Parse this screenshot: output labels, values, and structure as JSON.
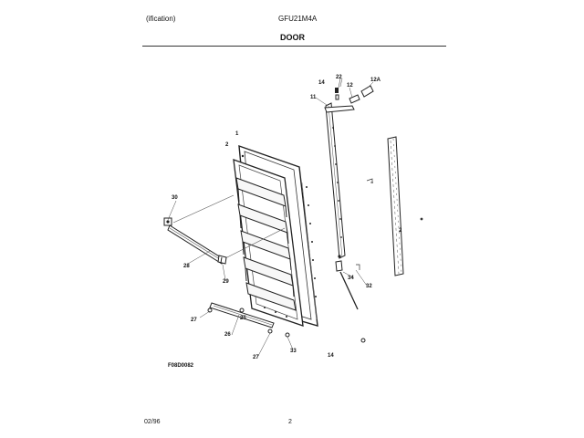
{
  "header": {
    "left_label": "(ification)",
    "model": "GFU21M4A",
    "section_title": "DOOR"
  },
  "diagram": {
    "callouts": {
      "c1": "1",
      "c2": "2",
      "c2b": "2",
      "c11": "11",
      "c12": "12",
      "c12a": "12A",
      "c14a": "14",
      "c14b": "14",
      "c22": "22",
      "c25": "25",
      "c26": "26",
      "c27a": "27",
      "c27b": "27",
      "c28": "28",
      "c29": "29",
      "c30": "30",
      "c32": "32",
      "c33": "33",
      "c34": "34"
    },
    "figure_code": "F08D0082"
  },
  "footer": {
    "date": "02/96",
    "page": "2"
  }
}
